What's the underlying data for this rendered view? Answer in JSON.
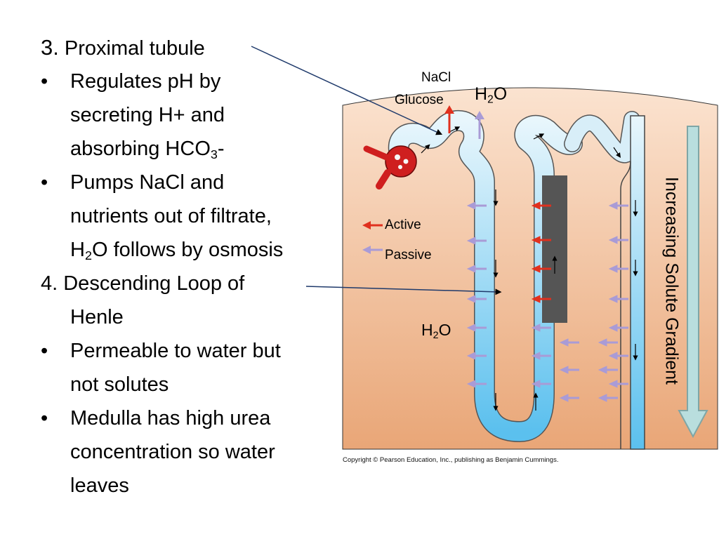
{
  "bullets": {
    "item3_num": "3.",
    "item3_text": "Proximal tubule",
    "b1_l1": "Regulates pH by",
    "b1_l2": "secreting H+ and",
    "b1_l3a": "absorbing HCO",
    "b1_l3sub": "3",
    "b1_l3b": "-",
    "b2_l1": "Pumps NaCl and",
    "b2_l2": "nutrients out of filtrate,",
    "b2_l3a": "H",
    "b2_l3sub": "2",
    "b2_l3b": "O follows by osmosis",
    "item4_l1": "4. Descending Loop of",
    "item4_l2": "Henle",
    "b3_l1": "Permeable to water but",
    "b3_l2": "not solutes",
    "b4_l1": "Medulla has high urea",
    "b4_l2": "concentration so water",
    "b4_l3": "leaves",
    "bullet_char": "•"
  },
  "diagram": {
    "nacl": "NaCl",
    "glucose": "Glucose",
    "h2o_top_a": "H",
    "h2o_top_sub": "2",
    "h2o_top_b": "O",
    "h2o_mid_a": "H",
    "h2o_mid_sub": "2",
    "h2o_mid_b": "O",
    "legend_active": "Active",
    "legend_passive": "Passive",
    "gradient_label": "Increasing Solute Gradient",
    "copyright": "Copyright © Pearson Education, Inc., publishing as Benjamin Cummings."
  },
  "colors": {
    "active_arrow": "#e0301e",
    "passive_arrow": "#a99bd6",
    "tubule": "#bfe3f5",
    "tissue_top": "#fbe1cd",
    "tissue_bottom": "#eba878",
    "gradient_arrow": "#b9dede"
  }
}
